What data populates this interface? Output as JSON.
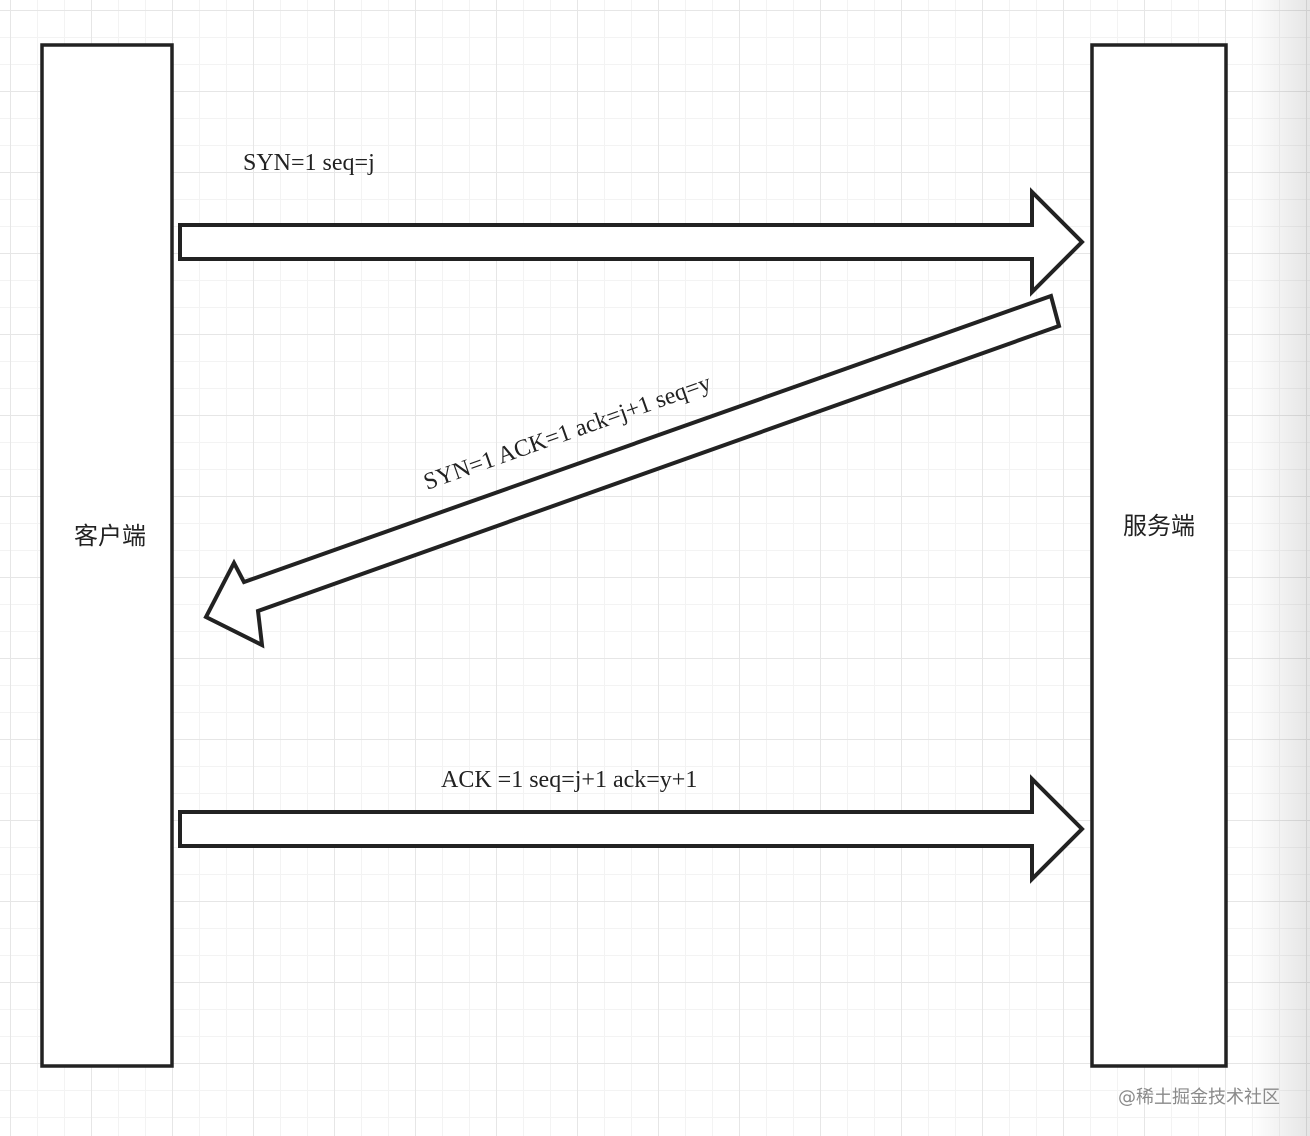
{
  "diagram": {
    "client_label": "客户端",
    "server_label": "服务端",
    "messages": [
      {
        "label": "SYN=1 seq=j"
      },
      {
        "label": "SYN=1  ACK=1 ack=j+1 seq=y"
      },
      {
        "label": "ACK =1 seq=j+1 ack=y+1"
      }
    ]
  },
  "watermark": "@稀土掘金技术社区"
}
